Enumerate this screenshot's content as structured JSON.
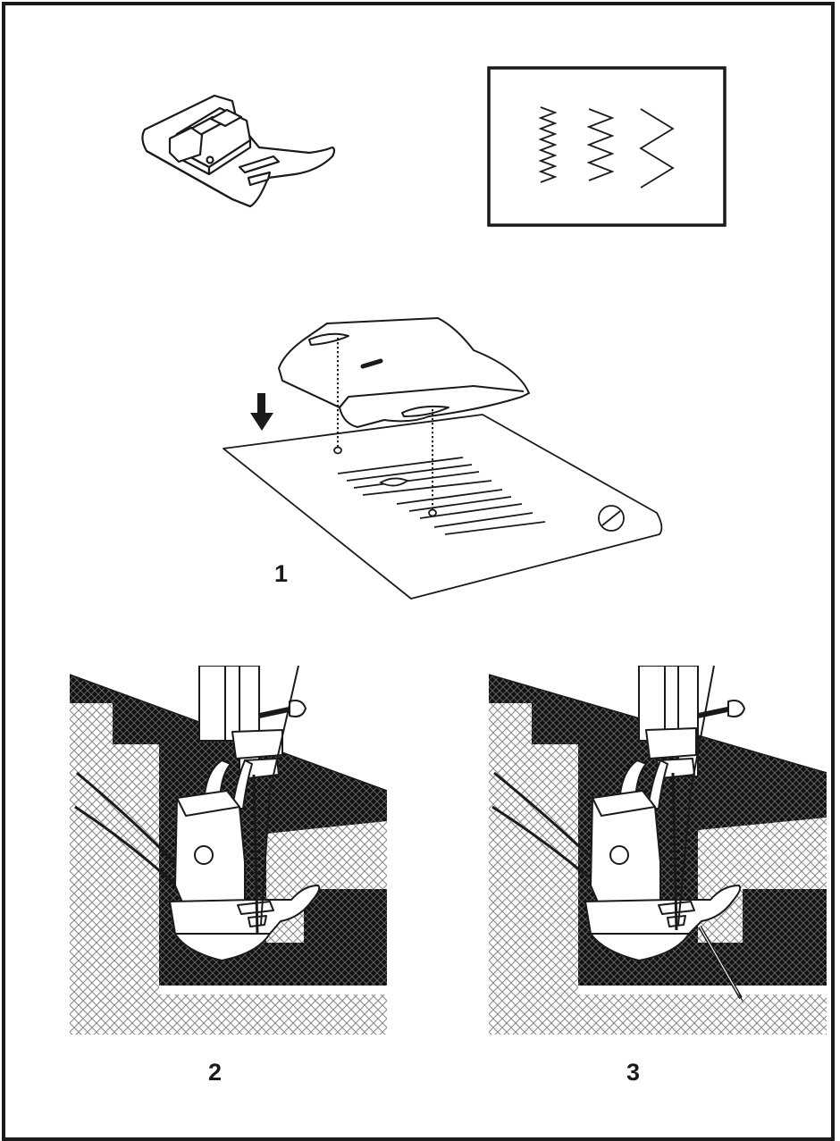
{
  "colors": {
    "ink": "#1a1a1a",
    "fabric_light": "#d4d4d4",
    "fabric_dark": "#111111",
    "background": "#ffffff"
  },
  "figures": [
    {
      "id": "presser-foot",
      "icon": "zigzag-presser-foot-icon"
    },
    {
      "id": "stitch-samples",
      "icon": "zigzag-stitch-samples-icon",
      "stitch_widths": [
        "narrow",
        "medium",
        "wide"
      ]
    },
    {
      "id": "fig1",
      "label": "1",
      "icon": "foot-onto-needle-plate-icon"
    },
    {
      "id": "fig2",
      "label": "2",
      "icon": "presser-foot-on-fabric-icon"
    },
    {
      "id": "fig3",
      "label": "3",
      "icon": "presser-foot-needle-down-icon"
    }
  ]
}
